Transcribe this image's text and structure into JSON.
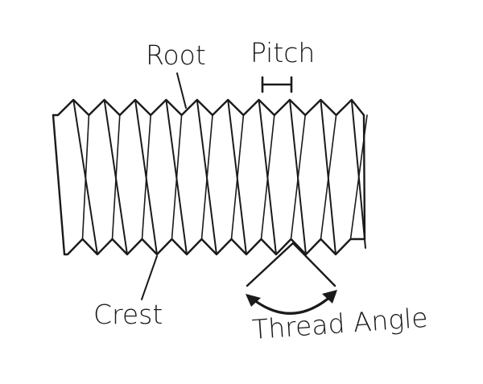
{
  "labels": {
    "root": "Root",
    "pitch": "Pitch",
    "crest": "Crest",
    "thread_angle": "Thread Angle"
  },
  "colors": {
    "ink": "#1a1a1a",
    "background": "#ffffff"
  }
}
